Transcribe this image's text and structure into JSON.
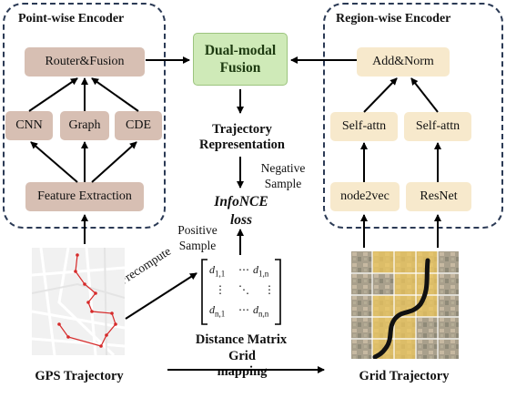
{
  "point_encoder": {
    "title": "Point-wise Encoder",
    "router": "Router&Fusion",
    "cnn": "CNN",
    "graph": "Graph",
    "cde": "CDE",
    "feature": "Feature Extraction"
  },
  "region_encoder": {
    "title": "Region-wise Encoder",
    "addnorm": "Add&Norm",
    "selfattn_left": "Self-attn",
    "selfattn_right": "Self-attn",
    "node2vec": "node2vec",
    "resnet": "ResNet"
  },
  "fusion": {
    "line1": "Dual-modal",
    "line2": "Fusion"
  },
  "center": {
    "traj_rep_line1": "Trajectory",
    "traj_rep_line2": "Representation",
    "negative_line1": "Negative",
    "negative_line2": "Sample",
    "infonce_line1": "InfoNCE",
    "infonce_line2": "loss",
    "positive_line1": "Positive",
    "positive_line2": "Sample",
    "precompute": "Precompute",
    "distance_matrix": "Distance Matrix"
  },
  "matrix": {
    "d11": "d",
    "d11_sub": "1,1",
    "d1n": "d",
    "d1n_sub": "1,n",
    "dn1": "d",
    "dn1_sub": "n,1",
    "dnn": "d",
    "dnn_sub": "n,n",
    "hdots": "⋯",
    "vdots": "⋮",
    "ddots": "⋱"
  },
  "bottom": {
    "gps_trajectory": "GPS Trajectory",
    "grid_mapping_line1": "Grid",
    "grid_mapping_line2": "mapping",
    "grid_trajectory": "Grid Trajectory"
  },
  "colors": {
    "panel_border": "#2b3a55",
    "brown_box": "#d7bfb3",
    "cream_box": "#f7e9cc",
    "fusion_box": "#cfeab8",
    "route_red": "#d62a2a"
  }
}
